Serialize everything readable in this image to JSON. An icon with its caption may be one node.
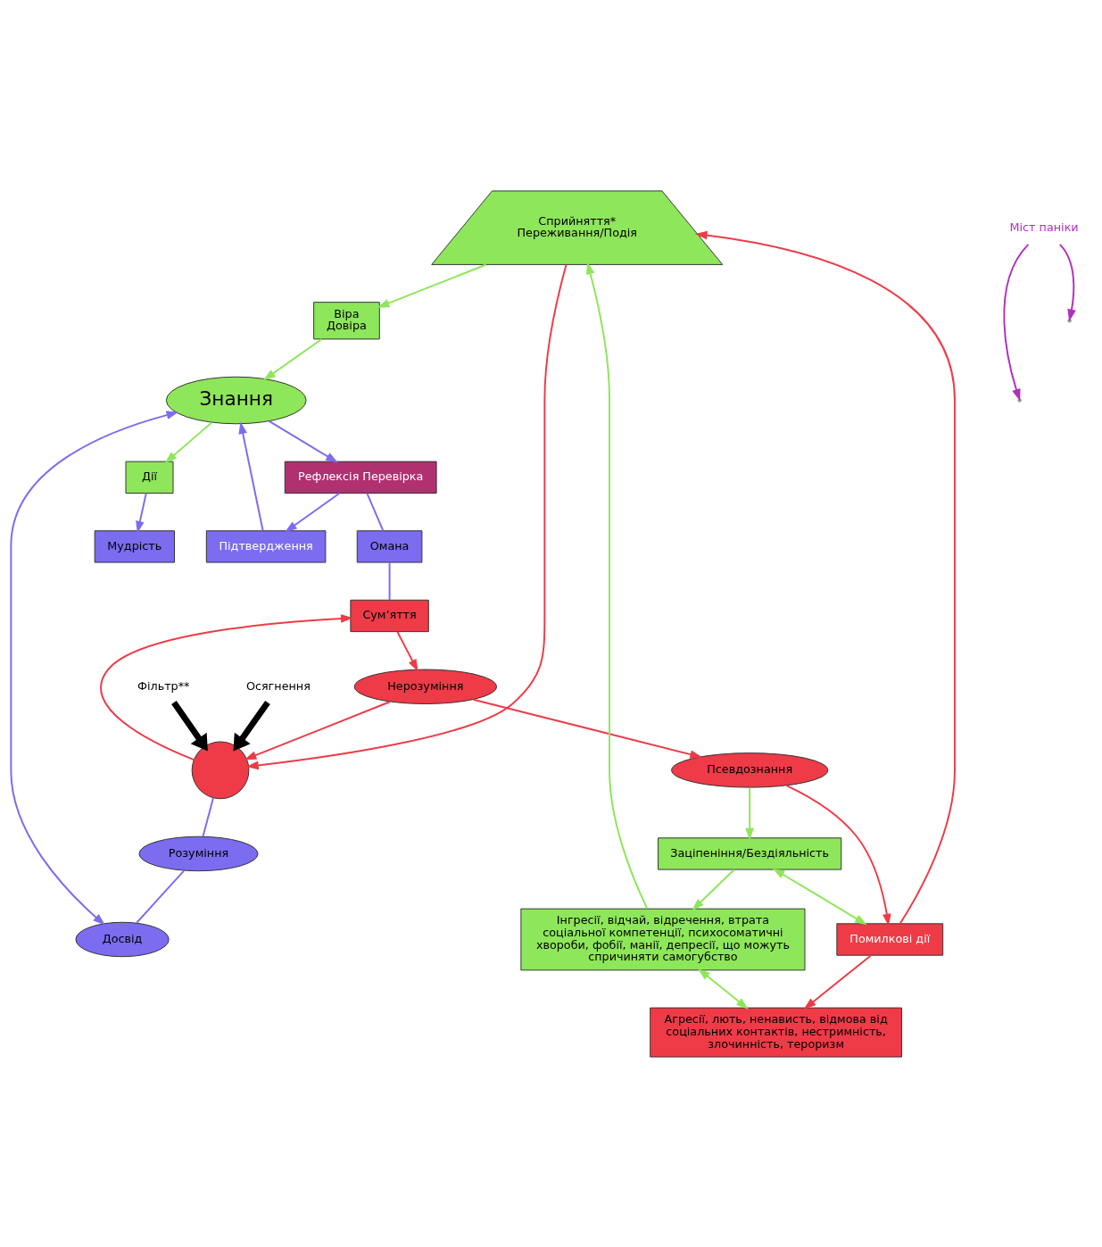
{
  "diagram": {
    "nodes": [
      {
        "text": [
          "Сприйняття*",
          "Переживання/Подія"
        ]
      },
      {
        "text": [
          "Віра",
          "Довіра"
        ]
      },
      {
        "text": [
          "Знання"
        ]
      },
      {
        "text": [
          "Дії"
        ]
      },
      {
        "text": [
          "Мудрість"
        ]
      },
      {
        "text": [
          "Омана"
        ]
      },
      {
        "text": [
          "Рефлексія Перевірка"
        ]
      },
      {
        "text": [
          "Підтвердження"
        ]
      },
      {
        "text": [],
        "shape": "circle"
      },
      {
        "text": [
          "Осягнення"
        ]
      },
      {
        "text": [
          "Фільтр**"
        ]
      },
      {
        "text": [
          "Розуміння"
        ]
      },
      {
        "text": [
          "Сум’яття"
        ]
      },
      {
        "text": [
          "Досвід"
        ]
      },
      {
        "text": [
          "Нерозуміння"
        ]
      },
      {
        "text": [
          "Псевдознання"
        ]
      },
      {
        "text": [
          "Заціпеніння/Бездіяльність"
        ]
      },
      {
        "text": [
          "Помилкові дії"
        ]
      },
      {
        "text": [
          "Інгресії, відчай, відречення, втрата соціальної компетенції, психосоматичні хвороби, фобії, манії, депресії, що можуть спричиняти самогубство"
        ]
      },
      {
        "text": [
          "Агресії, лють, ненависть, відмова від соціальних контактів, нестримність, злочинність, тероризм"
        ]
      },
      {
        "text": [
          "Міст паніки"
        ]
      }
    ],
    "edges": [
      {
        "from": 0,
        "to": 1,
        "arrow": "to",
        "color": "#8ee65a"
      },
      {
        "from": 0,
        "to": 8,
        "arrow": "to",
        "color": "#ee3b47"
      },
      {
        "from": 1,
        "to": 2,
        "arrow": "to",
        "color": "#8ee65a"
      },
      {
        "from": 2,
        "to": 3,
        "arrow": "to",
        "color": "#8ee65a"
      },
      {
        "from": 3,
        "to": 4,
        "arrow": "to",
        "color": "#7b6cf0"
      },
      {
        "from": 2,
        "to": 6,
        "arrow": "to",
        "color": "#7b6cf0"
      },
      {
        "from": 6,
        "to": 7,
        "arrow": "to",
        "color": "#7b6cf0"
      },
      {
        "from": 7,
        "to": 2,
        "arrow": "to",
        "color": "#7b6cf0"
      },
      {
        "from": 6,
        "to": 5,
        "arrow": "none",
        "color": "#7b6cf0"
      },
      {
        "from": 5,
        "to": 12,
        "arrow": "none",
        "color": "#7b6cf0"
      },
      {
        "from": 9,
        "to": 8,
        "arrow": "to",
        "style": "thick",
        "color": "#000000"
      },
      {
        "from": 10,
        "to": 8,
        "arrow": "to",
        "style": "thick",
        "color": "#000000"
      },
      {
        "from": 8,
        "to": 11,
        "arrow": "none",
        "color": "#7b6cf0"
      },
      {
        "from": 11,
        "to": 13,
        "arrow": "none",
        "color": "#7b6cf0"
      },
      {
        "from": 8,
        "to": 12,
        "arrow": "to",
        "color": "#ee3b47"
      },
      {
        "from": 2,
        "to": 13,
        "arrow": "both",
        "color": "#7b6cf0"
      },
      {
        "from": 12,
        "to": 14,
        "arrow": "to",
        "color": "#ee3b47"
      },
      {
        "from": 14,
        "to": 8,
        "arrow": "to",
        "color": "#ee3b47"
      },
      {
        "from": 14,
        "to": 15,
        "arrow": "to",
        "color": "#ee3b47"
      },
      {
        "from": 15,
        "to": 16,
        "arrow": "to",
        "color": "#8ee65a"
      },
      {
        "from": 15,
        "to": 17,
        "arrow": "to",
        "color": "#ee3b47"
      },
      {
        "from": 16,
        "to": 17,
        "arrow": "both",
        "color": "#8ee65a"
      },
      {
        "from": 16,
        "to": 18,
        "arrow": "to",
        "color": "#8ee65a"
      },
      {
        "from": 17,
        "to": 19,
        "arrow": "to",
        "color": "#ee3b47"
      },
      {
        "from": 18,
        "to": 19,
        "arrow": "both",
        "color": "#8ee65a"
      },
      {
        "from": 17,
        "to": 0,
        "arrow": "to",
        "color": "#ee3b47"
      },
      {
        "from": 18,
        "to": 0,
        "arrow": "to",
        "color": "#8ee65a"
      },
      {
        "from": 20,
        "to": null,
        "arrow": "to",
        "color": "#b030c0"
      },
      {
        "from": 20,
        "to": null,
        "arrow": "to",
        "color": "#b030c0"
      }
    ]
  }
}
